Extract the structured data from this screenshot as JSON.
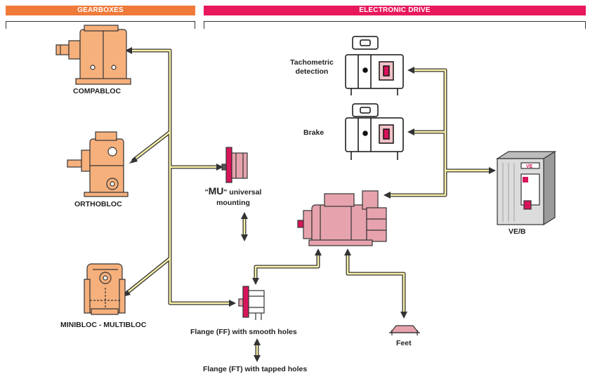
{
  "headers": {
    "gearboxes": "GEARBOXES",
    "electronic_drive": "ELECTRONIC DRIVE"
  },
  "labels": {
    "compabloc": "COMPABLOC",
    "orthobloc": "ORTHOBLOC",
    "minibloc": "MINIBLOC - MULTIBLOC",
    "mu_prefix_q1": "\"",
    "mu_prefix": "MU",
    "mu_prefix_q2": "\"",
    "mu_line1": " universal",
    "mu_line2": "mounting",
    "tacho_line1": "Tachometric",
    "tacho_line2": "detection",
    "brake": "Brake",
    "veb": "VE/B",
    "flange_ff": "Flange (FF) with smooth holes",
    "flange_ft": "Flange (FT) with tapped holes",
    "feet": "Feet",
    "ve_panel": "VE"
  },
  "colors": {
    "gearbox_fill": "#f6b07c",
    "motor_fill": "#e7a3ad",
    "accent_red": "#d8145a",
    "arrow_fill": "#fbf3a8",
    "cabinet_fill": "#dcdcdc"
  }
}
